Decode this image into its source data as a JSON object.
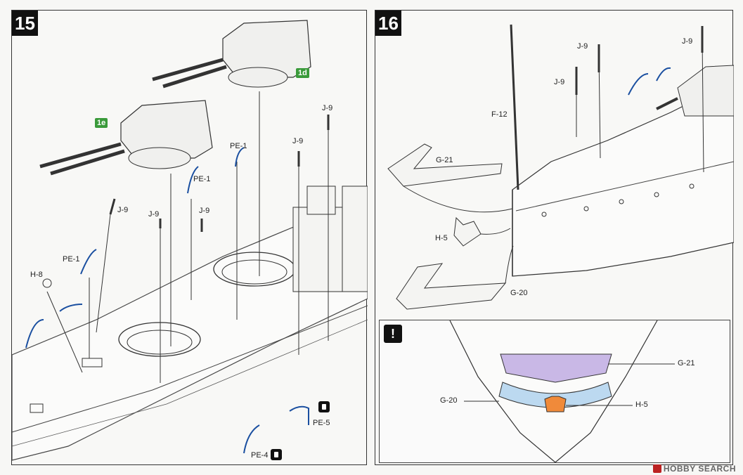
{
  "step15": {
    "number": "15",
    "badges": [
      "1d",
      "1e"
    ],
    "labels": {
      "pe1_a": "PE-1",
      "pe1_b": "PE-1",
      "pe1_c": "PE-1",
      "j9_a": "J-9",
      "j9_b": "J-9",
      "j9_c": "J-9",
      "j9_d": "J-9",
      "j9_e": "J-9",
      "h8": "H-8",
      "pe5": "PE-5",
      "pe4": "PE-4"
    }
  },
  "step16": {
    "number": "16",
    "labels": {
      "j9_a": "J-9",
      "j9_b": "J-9",
      "j9_c": "J-9",
      "f12": "F-12",
      "g21": "G-21",
      "h5": "H-5",
      "g20": "G-20"
    },
    "inset": {
      "warning": "!",
      "g21": "G-21",
      "g20": "G-20",
      "h5": "H-5"
    }
  },
  "watermark": "HOBBY SEARCH",
  "colors": {
    "g21_fill": "#c9b8e6",
    "g20_fill": "#bcd9f0",
    "h5_fill": "#f08a3a"
  }
}
